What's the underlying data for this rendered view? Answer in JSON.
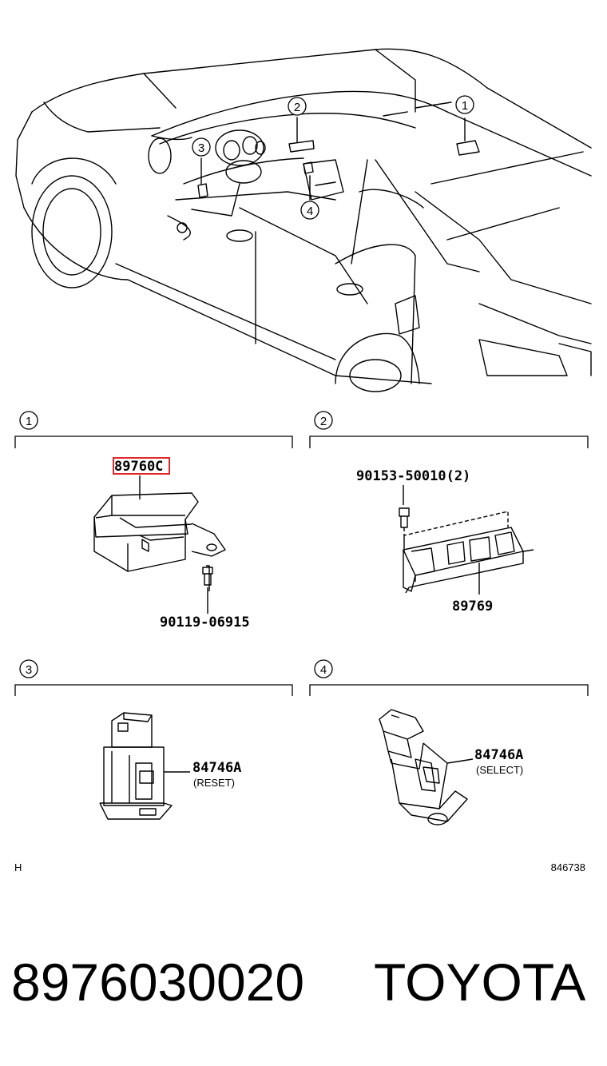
{
  "car_callouts": [
    "1",
    "2",
    "3",
    "4"
  ],
  "sections": [
    {
      "num": "1",
      "parts": [
        {
          "code": "89760C",
          "highlighted": true
        },
        {
          "code": "90119-06915"
        }
      ]
    },
    {
      "num": "2",
      "parts": [
        {
          "code": "90153-50010(2)"
        },
        {
          "code": "89769"
        }
      ]
    },
    {
      "num": "3",
      "parts": [
        {
          "code": "84746A",
          "note": "(RESET)"
        }
      ]
    },
    {
      "num": "4",
      "parts": [
        {
          "code": "84746A",
          "note": "(SELECT)"
        }
      ]
    }
  ],
  "footer_left": "H",
  "footer_right": "846738",
  "part_number": "8976030020",
  "brand": "TOYOTA",
  "colors": {
    "highlight": "#e0282a",
    "line": "#000000"
  }
}
